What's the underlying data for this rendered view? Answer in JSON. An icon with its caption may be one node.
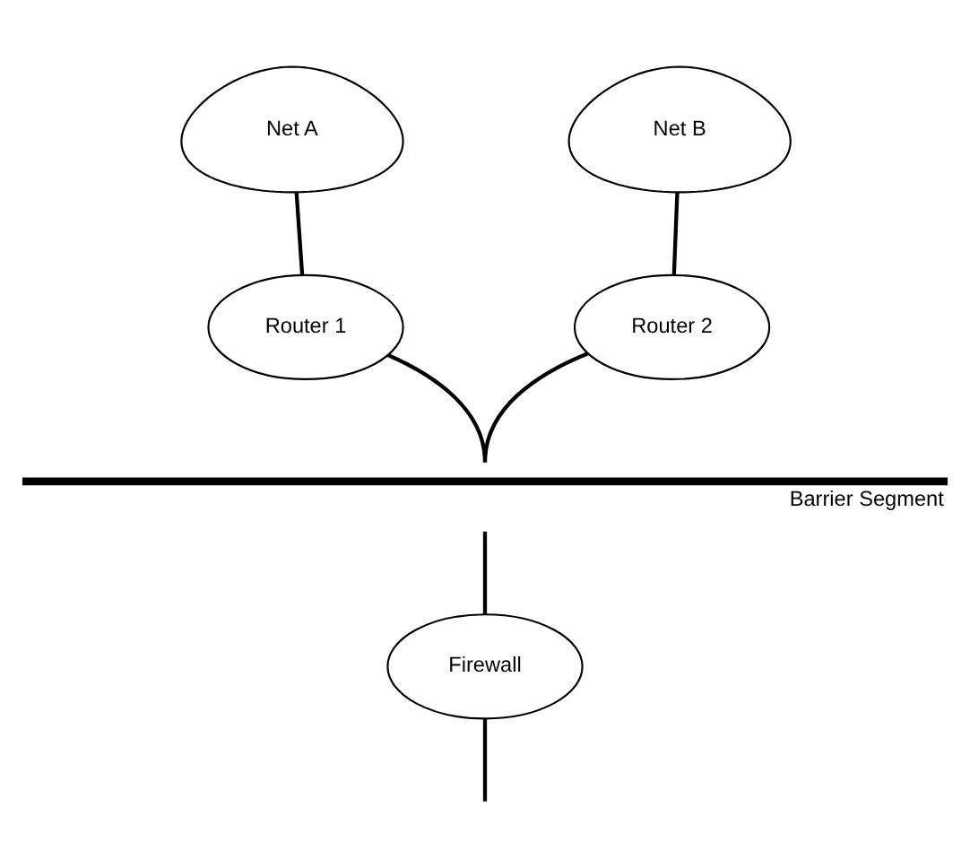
{
  "diagram": {
    "nodes": [
      {
        "text": [
          "Net A"
        ]
      },
      {
        "text": [
          "Net B"
        ]
      },
      {
        "text": [
          "Router 1"
        ]
      },
      {
        "text": [
          "Router 2"
        ]
      },
      {
        "text": [
          "Barrier Segment"
        ]
      },
      {
        "text": [
          "Firewall"
        ]
      }
    ],
    "edges": [
      {
        "from": 0,
        "to": 2,
        "arrow": "none"
      },
      {
        "from": 1,
        "to": 3,
        "arrow": "none"
      },
      {
        "from": 2,
        "to": 4,
        "arrow": "none"
      },
      {
        "from": 3,
        "to": 4,
        "arrow": "none"
      },
      {
        "from": 4,
        "to": 5,
        "arrow": "none"
      },
      {
        "from": 5,
        "to": null,
        "arrow": "none"
      }
    ]
  }
}
